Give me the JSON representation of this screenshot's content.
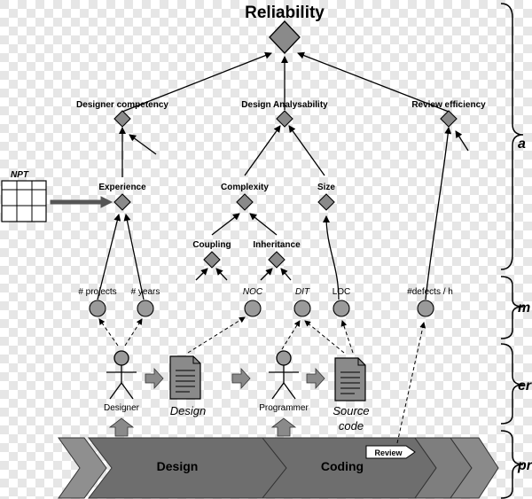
{
  "title": "Reliability",
  "factors": {
    "designer_competency": "Designer competency",
    "design_analysability": "Design Analysability",
    "review_efficiency": "Review efficiency",
    "experience": "Experience",
    "complexity": "Complexity",
    "size": "Size",
    "coupling": "Coupling",
    "inheritance": "Inheritance"
  },
  "npt": "NPT",
  "metrics": {
    "projects": "# projects",
    "years": "# years",
    "noc": "NOC",
    "dit": "DIT",
    "loc": "LOC",
    "defects": "#defects / h"
  },
  "entities": {
    "designer": "Designer",
    "design": "Design",
    "programmer": "Programmer",
    "source_line1": "Source",
    "source_line2": "code"
  },
  "process": {
    "design": "Design",
    "coding": "Coding",
    "review": "Review"
  },
  "brackets": {
    "a": "a",
    "m": "m",
    "e": "er",
    "p": "pr"
  },
  "colors": {
    "diamond": "#8a8a8a",
    "node": "#9a9a9a",
    "arrow_band": "#6e6e6e",
    "arrow_band_light": "#9a9a9a",
    "checker_light": "#ffffff",
    "checker_dark": "#e6e6e6"
  }
}
